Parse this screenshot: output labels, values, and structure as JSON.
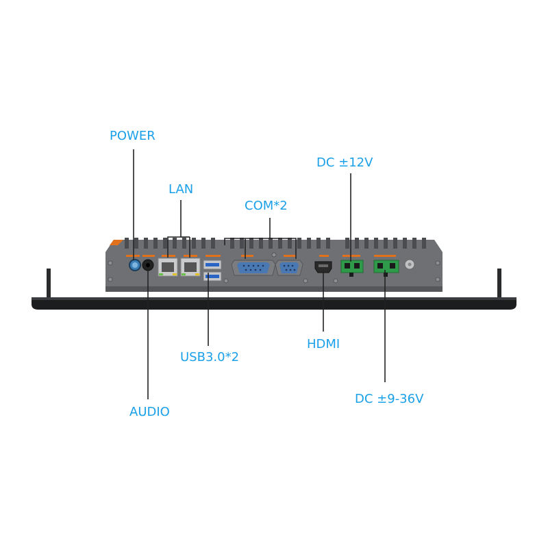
{
  "colors": {
    "label": "#1aa0e8",
    "leader": "#222222",
    "chassis": "#6e7073",
    "chassis_dark": "#4a4c4f",
    "panel_base": "#1c1d1f",
    "port_label": "#e2711d",
    "serial_blue": "#4a78b3",
    "terminal_green": "#2f9a4a",
    "usb_blue": "#2a64c5"
  },
  "labels": {
    "power": "POWER",
    "lan": "LAN",
    "com": "COM*2",
    "dc12": "DC ±12V",
    "usb": "USB3.0*2",
    "hdmi": "HDMI",
    "audio": "AUDIO",
    "dcin": "DC ±9-36V"
  }
}
